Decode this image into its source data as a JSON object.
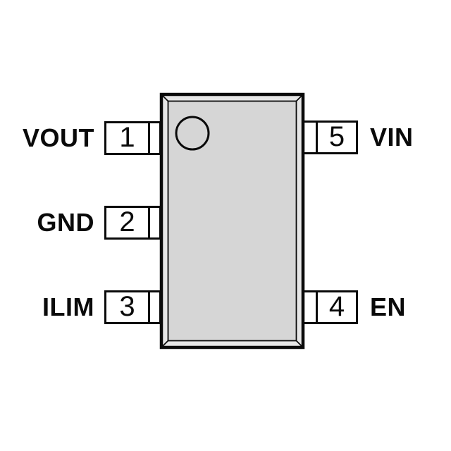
{
  "diagram": {
    "type": "ic-pinout",
    "pins": [
      {
        "number": "1",
        "name": "VOUT",
        "side": "left"
      },
      {
        "number": "2",
        "name": "GND",
        "side": "left"
      },
      {
        "number": "3",
        "name": "ILIM",
        "side": "left"
      },
      {
        "number": "4",
        "name": "EN",
        "side": "right"
      },
      {
        "number": "5",
        "name": "VIN",
        "side": "right"
      }
    ]
  },
  "colors": {
    "background": "#ffffff",
    "outline": "#0a0a0a",
    "text": "#0a0a0a",
    "body-fill": "#d6d6d6",
    "bevel-fill": "#e6e6e6",
    "pin-fill": "#ffffff"
  }
}
